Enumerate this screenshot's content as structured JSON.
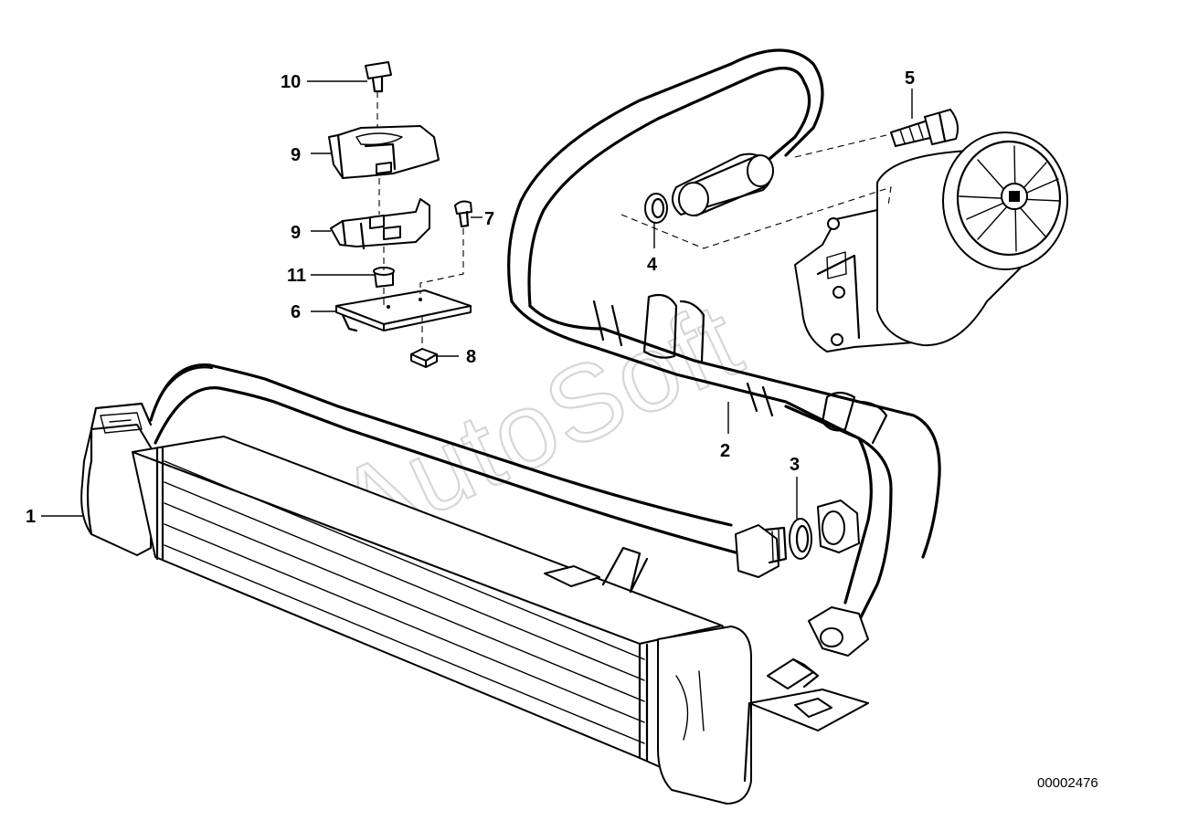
{
  "diagram": {
    "watermark": "AutoSoft",
    "reference_number": "00002476",
    "callouts": [
      {
        "id": "1",
        "label": "1"
      },
      {
        "id": "2",
        "label": "2"
      },
      {
        "id": "3",
        "label": "3"
      },
      {
        "id": "4",
        "label": "4"
      },
      {
        "id": "5",
        "label": "5"
      },
      {
        "id": "6",
        "label": "6"
      },
      {
        "id": "7",
        "label": "7"
      },
      {
        "id": "8",
        "label": "8"
      },
      {
        "id": "9a",
        "label": "9"
      },
      {
        "id": "9b",
        "label": "9"
      },
      {
        "id": "10",
        "label": "10"
      },
      {
        "id": "11",
        "label": "11"
      }
    ]
  }
}
